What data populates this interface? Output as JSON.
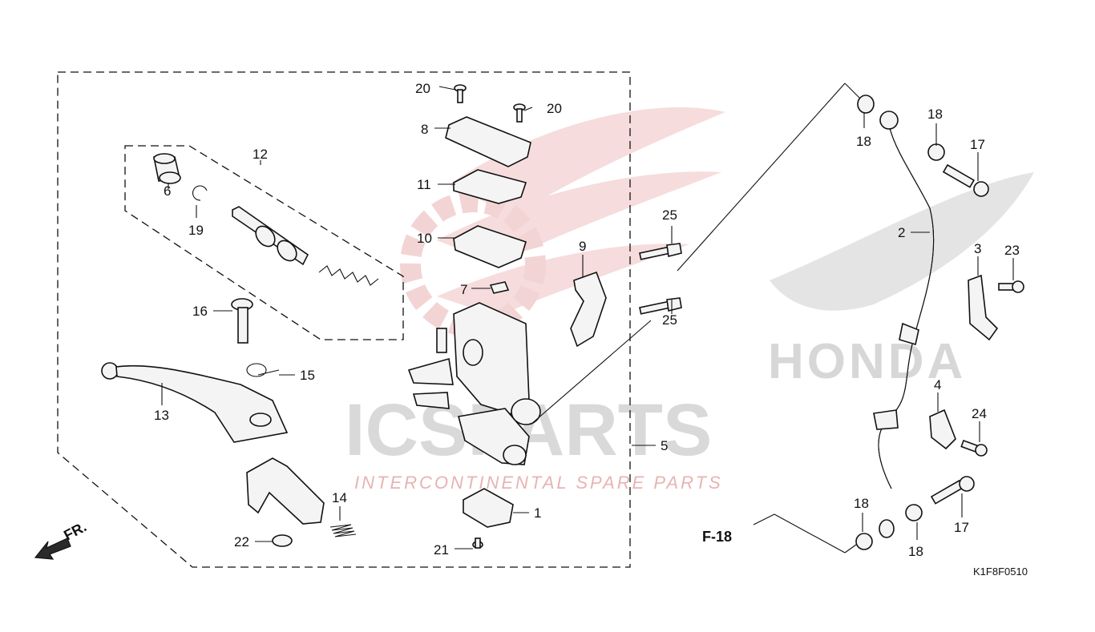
{
  "diagram": {
    "callouts": {
      "p1": "1",
      "p2": "2",
      "p3": "3",
      "p4": "4",
      "p5": "5",
      "p6": "6",
      "p7": "7",
      "p8": "8",
      "p9": "9",
      "p10": "10",
      "p11": "11",
      "p12": "12",
      "p13": "13",
      "p14": "14",
      "p15": "15",
      "p16": "16",
      "p17a": "17",
      "p17b": "17",
      "p18a": "18",
      "p18b": "18",
      "p18c": "18",
      "p18d": "18",
      "p19": "19",
      "p20a": "20",
      "p20b": "20",
      "p21": "21",
      "p22": "22",
      "p23": "23",
      "p24": "24",
      "p25a": "25",
      "p25b": "25"
    },
    "reference": "F-18",
    "direction_label": "FR.",
    "drawing_code": "K1F8F0510"
  },
  "watermark": {
    "brand": "ICSPARTS",
    "tagline": "INTERCONTINENTAL SPARE PARTS",
    "maker": "HONDA"
  },
  "colors": {
    "line": "#111111",
    "watermark_red": "#f3d4d4",
    "watermark_gray": "#d9d9d9"
  }
}
